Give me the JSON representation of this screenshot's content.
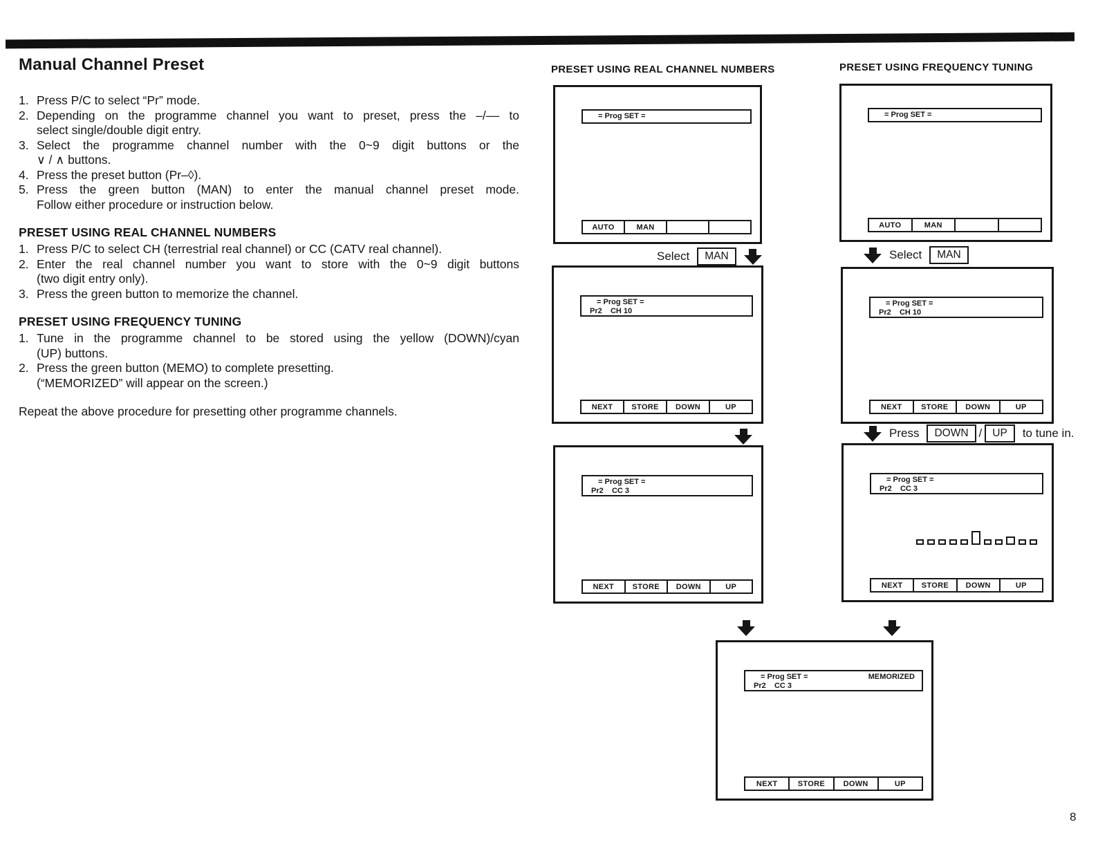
{
  "page": {
    "title": "Manual Channel Preset",
    "number": "8"
  },
  "left_text": {
    "intro": [
      {
        "n": "1.",
        "l1": "Press P/C to select “Pr” mode."
      },
      {
        "n": "2.",
        "l1": "Depending on the programme channel you want to preset, press the –/–– to",
        "l2": "select single/double digit entry."
      },
      {
        "n": "3.",
        "l1": "Select the programme channel number with the 0~9 digit buttons or the",
        "l2": "∨ / ∧  buttons."
      },
      {
        "n": "4.",
        "l1": "Press the preset button (Pr–◊)."
      },
      {
        "n": "5.",
        "l1": "Press the green button (MAN) to enter the manual channel preset mode.",
        "l2": "Follow either procedure or instruction below."
      }
    ],
    "real": {
      "heading": "PRESET USING REAL CHANNEL NUMBERS",
      "steps": [
        {
          "n": "1.",
          "l1": "Press P/C to select CH (terrestrial real channel) or CC (CATV real channel)."
        },
        {
          "n": "2.",
          "l1": "Enter the real channel number you want to store with the 0~9 digit buttons",
          "l2": "(two digit entry only)."
        },
        {
          "n": "3.",
          "l1": "Press the green button to memorize the channel."
        }
      ]
    },
    "freq": {
      "heading": "PRESET USING FREQUENCY TUNING",
      "steps": [
        {
          "n": "1.",
          "l1": "Tune in the programme channel to be stored using the yellow (DOWN)/cyan",
          "l2": "(UP) buttons."
        },
        {
          "n": "2.",
          "l1": "Press the green button (MEMO) to complete presetting.",
          "l2": "(“MEMORIZED” will appear on the screen.)"
        }
      ]
    },
    "note": "Repeat the above procedure for presetting other programme channels."
  },
  "columns": {
    "left_heading": "PRESET USING REAL CHANNEL NUMBERS",
    "right_heading": "PRESET USING FREQUENCY TUNING"
  },
  "captions": {
    "select_left": {
      "label": "Select",
      "box": "MAN"
    },
    "select_right": {
      "label": "Select",
      "box": "MAN"
    },
    "tune": {
      "label": "Press",
      "box1": "DOWN",
      "slash": "/",
      "box2": "UP",
      "suffix": "to tune in."
    }
  },
  "osd": {
    "a1": {
      "title": "= Prog SET =",
      "buttons": [
        "AUTO",
        "MAN",
        "",
        ""
      ]
    },
    "a2": {
      "title": "= Prog SET =",
      "line2": "Pr2    CH 10",
      "buttons": [
        "NEXT",
        "STORE",
        "DOWN",
        "UP"
      ]
    },
    "a3": {
      "title": "= Prog SET =",
      "line2": "Pr2    CC 3",
      "buttons": [
        "NEXT",
        "STORE",
        "DOWN",
        "UP"
      ]
    },
    "b1": {
      "title": "= Prog SET =",
      "buttons": [
        "AUTO",
        "MAN",
        "",
        ""
      ]
    },
    "b2": {
      "title": "= Prog SET =",
      "line2": "Pr2    CH 10",
      "buttons": [
        "NEXT",
        "STORE",
        "DOWN",
        "UP"
      ]
    },
    "b3": {
      "title": "= Prog SET =",
      "line2": "Pr2    CC 3",
      "buttons": [
        "NEXT",
        "STORE",
        "DOWN",
        "UP"
      ],
      "signal": {
        "count": 11,
        "tall_index": 5,
        "big_index": 8
      }
    },
    "m": {
      "title": "= Prog SET =",
      "memo": "MEMORIZED",
      "line2": "Pr2    CC 3",
      "buttons": [
        "NEXT",
        "STORE",
        "DOWN",
        "UP"
      ]
    }
  }
}
